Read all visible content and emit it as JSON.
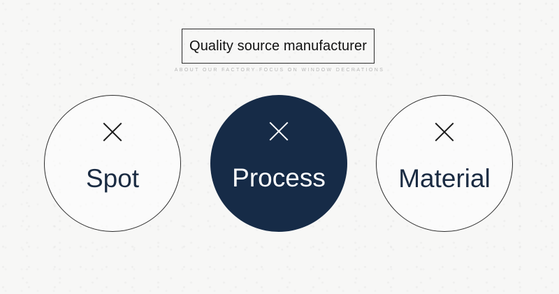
{
  "header": {
    "title": "Quality source manufacturer",
    "subtitle": "ABOUT OUR FACTORY FOCUS ON WINDOW DECRATIONS"
  },
  "circles": [
    {
      "label": "Spot",
      "style": "outline",
      "icon": "close-icon"
    },
    {
      "label": "Process",
      "style": "filled",
      "icon": "close-icon"
    },
    {
      "label": "Material",
      "style": "outline",
      "icon": "close-icon"
    }
  ],
  "colors": {
    "accent": "#162b47",
    "label_text": "#1a2b42",
    "outline": "#2b2b2b",
    "background": "#f7f7f6",
    "subtitle_text": "#b6b6b6"
  }
}
